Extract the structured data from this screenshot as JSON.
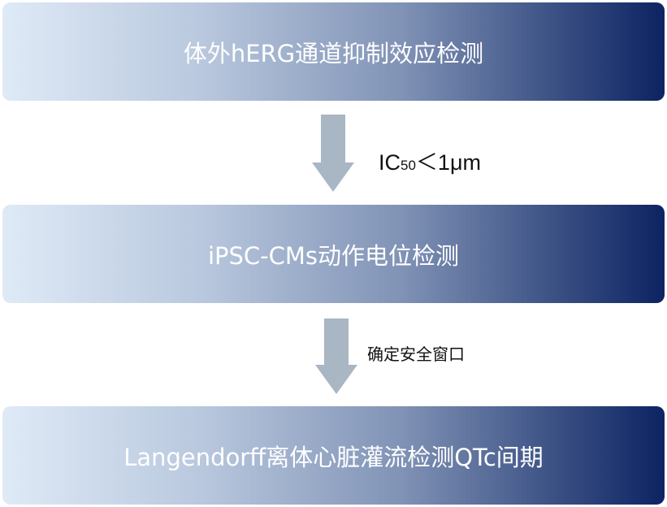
{
  "steps": [
    {
      "label": "体外hERG通道抑制效应检测"
    },
    {
      "label": "iPSC-CMs动作电位检测"
    },
    {
      "label": "Langendorff离体心脏灌流检测QTc间期"
    }
  ],
  "transitions": [
    {
      "prefix": "IC",
      "subscript": "50",
      "suffix": "＜1μm"
    },
    {
      "label": "确定安全窗口"
    }
  ],
  "colors": {
    "gradient_start": "#dfeaf7",
    "gradient_end": "#0d2362",
    "arrow": "#a9b6c3"
  }
}
